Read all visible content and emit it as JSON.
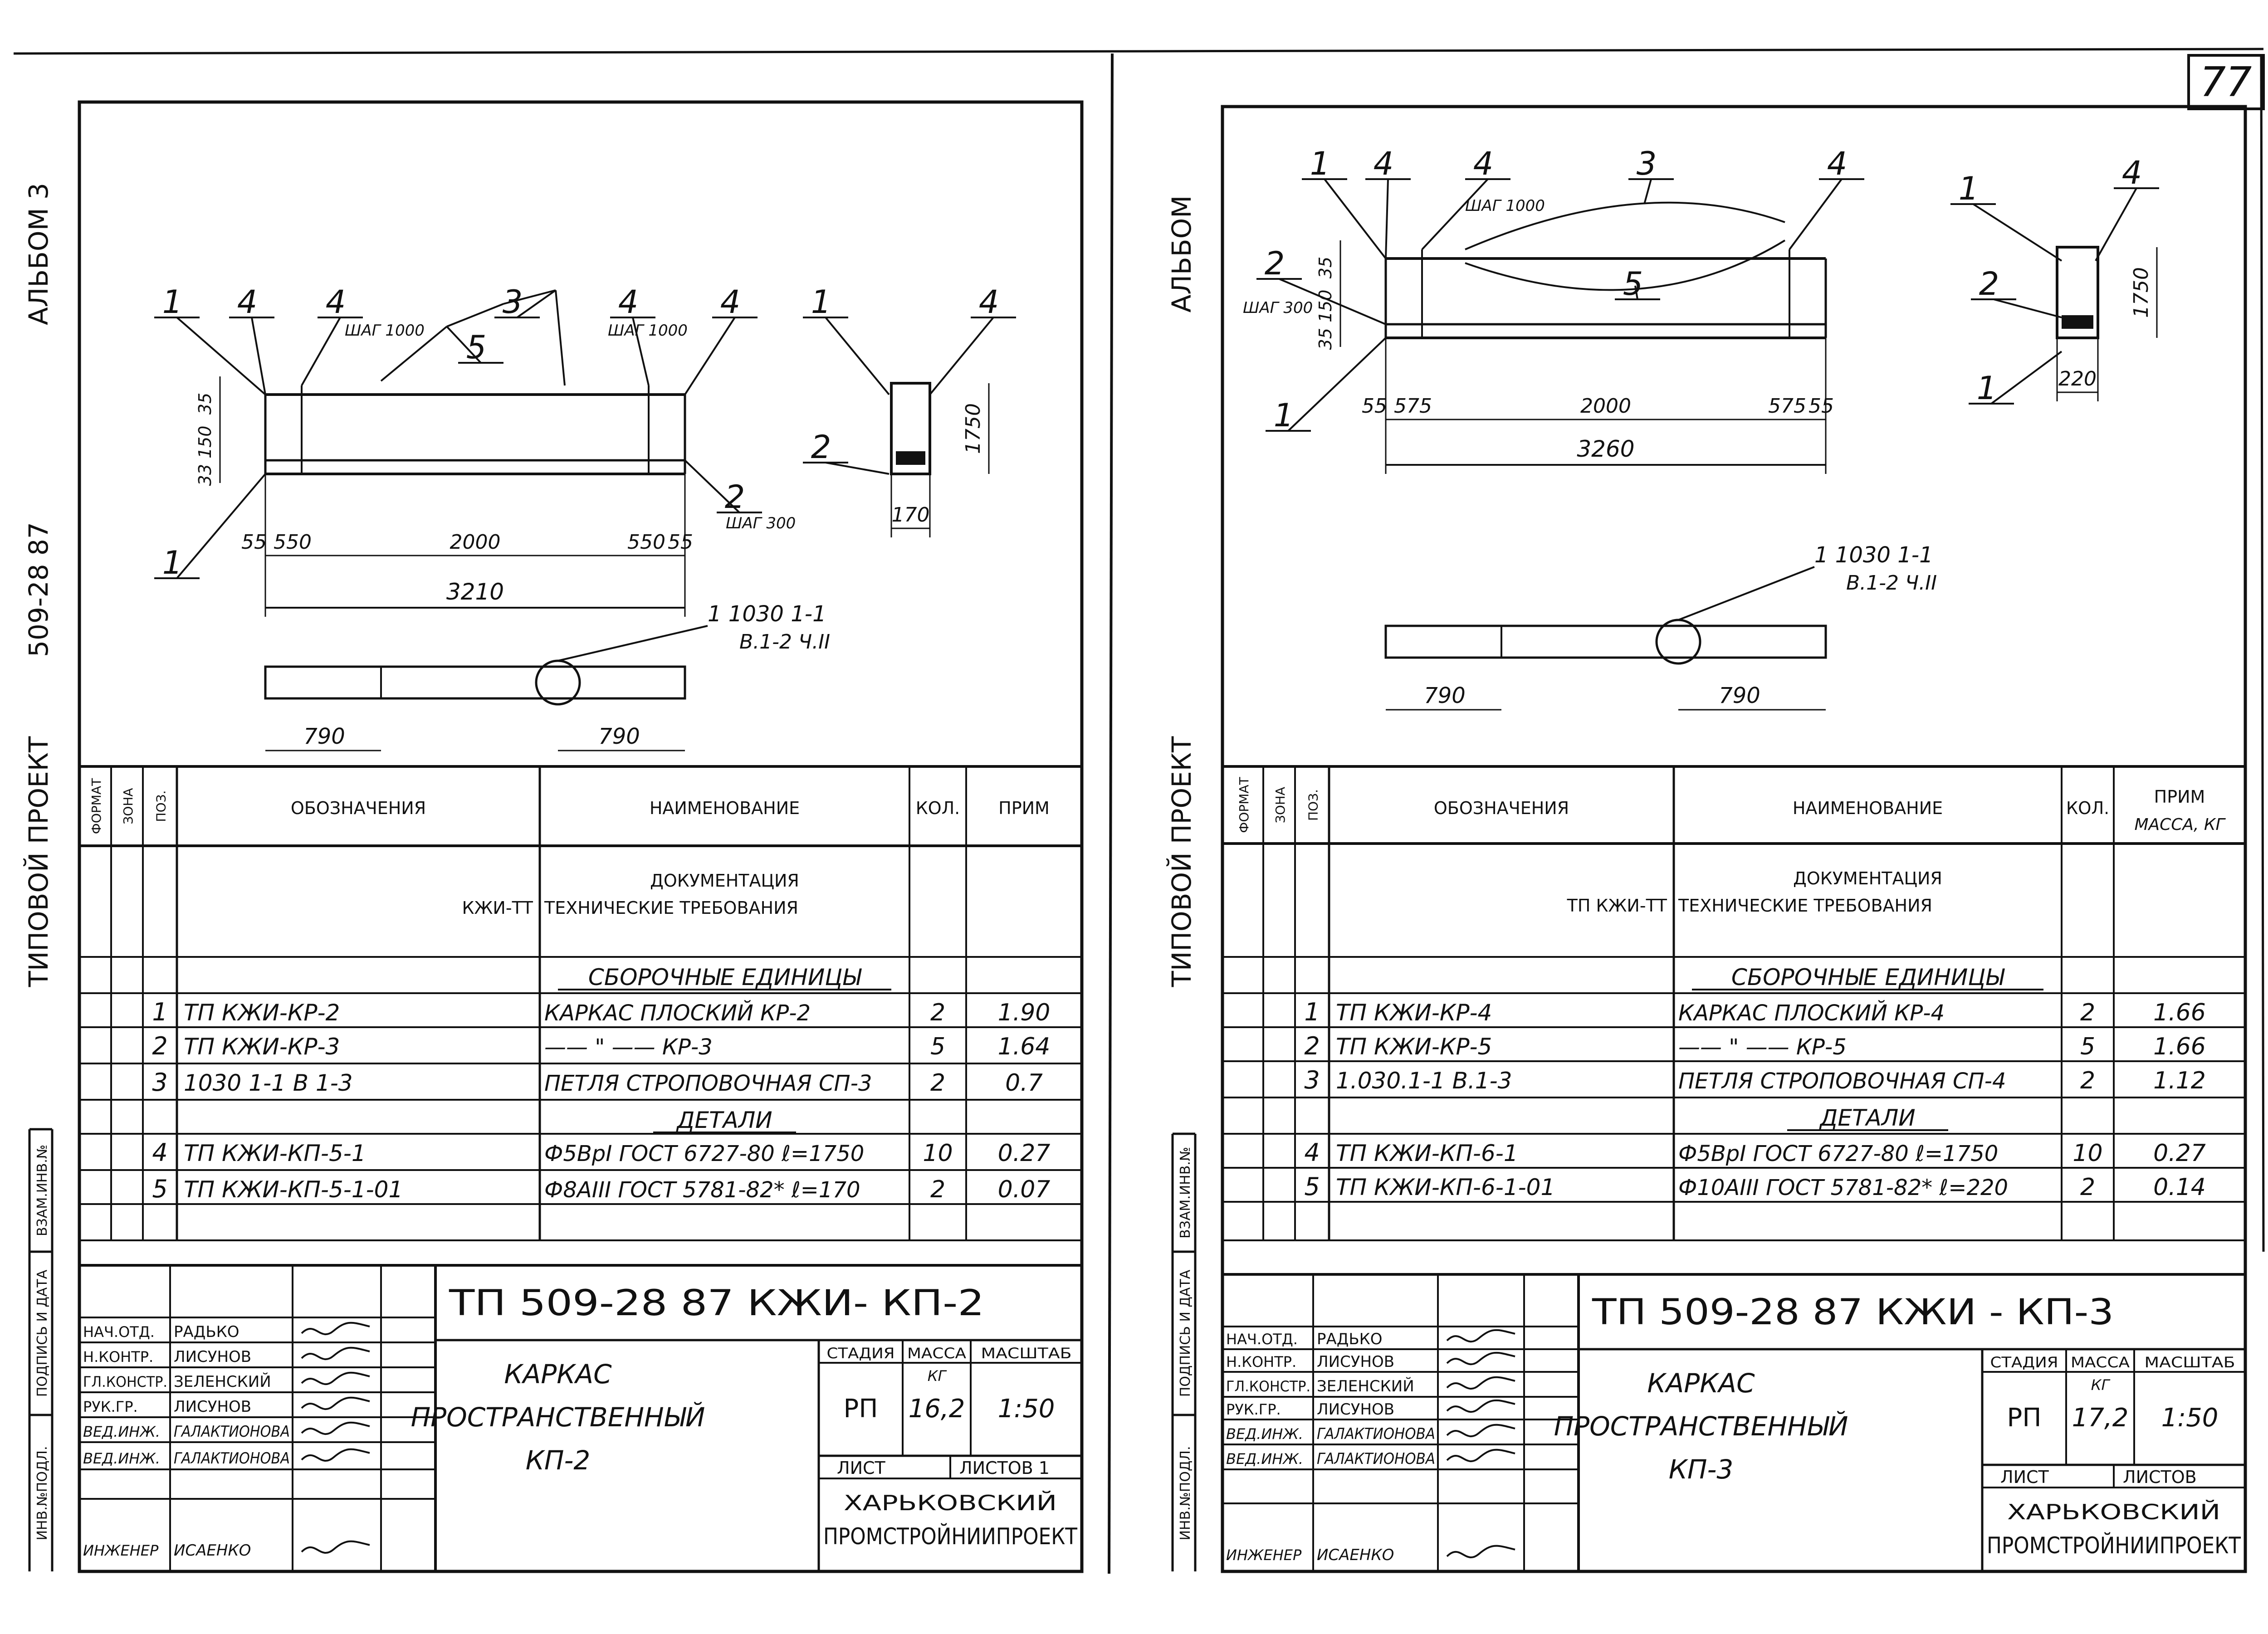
{
  "page_number": "77",
  "sheets": [
    {
      "album_label": "АЛЬБОМ 3",
      "project_label": "ТИПОВОЙ ПРОЕКТ",
      "project_code_vertical": "509-28 87",
      "drawing": {
        "callouts": [
          "1",
          "4",
          "4",
          "3",
          "4",
          "4",
          "5",
          "2",
          "1",
          "1",
          "2",
          "4"
        ],
        "step_labels": [
          "ШАГ 1000",
          "ШАГ 1000",
          "ШАГ 300"
        ],
        "dims_vertical": [
          "35",
          "33 150",
          "1750"
        ],
        "dims_bottom": [
          "55",
          "550",
          "2000",
          "550",
          "55"
        ],
        "overall": "3210",
        "section_width": "170",
        "elev_dims": [
          "790",
          "790"
        ],
        "ref_note_1": "1 1030 1-1",
        "ref_note_2": "В.1-2 Ч.II"
      },
      "spec": {
        "headers": [
          "ФОРМАТ",
          "ЗОНА",
          "ПОЗ.",
          "ОБОЗНАЧЕНИЯ",
          "НАИМЕНОВАНИЕ",
          "КОЛ.",
          "ПРИМ"
        ],
        "prim_sub": "",
        "doc_heading": "ДОКУМЕНТАЦИЯ",
        "doc_designation": "КЖИ-ТТ",
        "doc_name": "ТЕХНИЧЕСКИЕ ТРЕБОВАНИЯ",
        "section_assembly": "СБОРОЧНЫЕ ЕДИНИЦЫ",
        "section_details": "ДЕТАЛИ",
        "rows_assembly": [
          {
            "pos": "1",
            "des": "ТП КЖИ-КР-2",
            "name": "КАРКАС ПЛОСКИЙ КР-2",
            "qty": "2",
            "note": "1.90"
          },
          {
            "pos": "2",
            "des": "ТП КЖИ-КР-3",
            "name": "—— \" —— КР-3",
            "qty": "5",
            "note": "1.64"
          },
          {
            "pos": "3",
            "des": "1030 1-1 В 1-3",
            "name": "ПЕТЛЯ СТРОПОВОЧНАЯ СП-3",
            "qty": "2",
            "note": "0.7"
          }
        ],
        "rows_details": [
          {
            "pos": "4",
            "des": "ТП КЖИ-КП-5-1",
            "name": "Ф5ВрI ГОСТ 6727-80 ℓ=1750",
            "qty": "10",
            "note": "0.27"
          },
          {
            "pos": "5",
            "des": "ТП КЖИ-КП-5-1-01",
            "name": "Ф8АIII ГОСТ 5781-82* ℓ=170",
            "qty": "2",
            "note": "0.07"
          }
        ]
      },
      "side_labels": [
        "ВЗАМ.ИНВ.№",
        "ПОДПИСЬ И ДАТА",
        "ИНВ.№ПОДЛ."
      ],
      "title_block": {
        "code": "ТП  509-28 87  КЖИ- КП-2",
        "roles": [
          "НАЧ.ОТД.",
          "Н.КОНТР.",
          "ГЛ.КОНСТР.",
          "РУК.ГР.",
          "ВЕД.ИНЖ.",
          "ВЕД.ИНЖ.",
          "ИНЖЕНЕР"
        ],
        "names": [
          "РАДЬКО",
          "ЛИСУНОВ",
          "ЗЕЛЕНСКИЙ",
          "ЛИСУНОВ",
          "ГАЛАКТИОНОВА",
          "ГАЛАКТИОНОВА",
          "ИСАЕНКО"
        ],
        "title": [
          "КАРКАС",
          "ПРОСТРАНСТВЕННЫЙ",
          "КП-2"
        ],
        "stage_label": "СТАДИЯ",
        "mass_label": "МАССА",
        "scale_label": "МАСШТАБ",
        "stage": "РП",
        "mass_unit": "КГ",
        "mass": "16,2",
        "scale": "1:50",
        "sheet_label": "ЛИСТ",
        "sheets_label": "ЛИСТОВ 1",
        "org_1": "ХАРЬКОВСКИЙ",
        "org_2": "ПРОМСТРОЙНИИПРОЕКТ"
      }
    },
    {
      "album_label": "АЛЬБОМ",
      "project_label": "ТИПОВОЙ ПРОЕКТ",
      "project_code_vertical": "",
      "drawing": {
        "callouts": [
          "1",
          "4",
          "4",
          "3",
          "4",
          "5",
          "2",
          "1",
          "1",
          "4",
          "2",
          "1"
        ],
        "step_labels": [
          "ШАГ 1000",
          "ШАГ 300"
        ],
        "dims_vertical": [
          "35",
          "35 150",
          "1750"
        ],
        "dims_bottom": [
          "55",
          "575",
          "2000",
          "575",
          "55"
        ],
        "overall": "3260",
        "section_width": "220",
        "elev_dims": [
          "790",
          "790"
        ],
        "ref_note_1": "1 1030 1-1",
        "ref_note_2": "В.1-2 Ч.II"
      },
      "spec": {
        "headers": [
          "ФОРМАТ",
          "ЗОНА",
          "ПОЗ.",
          "ОБОЗНАЧЕНИЯ",
          "НАИМЕНОВАНИЕ",
          "КОЛ.",
          "ПРИМ"
        ],
        "prim_sub": "МАССА, КГ",
        "doc_heading": "ДОКУМЕНТАЦИЯ",
        "doc_designation": "ТП КЖИ-ТТ",
        "doc_name": "ТЕХНИЧЕСКИЕ ТРЕБОВАНИЯ",
        "section_assembly": "СБОРОЧНЫЕ ЕДИНИЦЫ",
        "section_details": "ДЕТАЛИ",
        "rows_assembly": [
          {
            "pos": "1",
            "des": "ТП КЖИ-КР-4",
            "name": "КАРКАС ПЛОСКИЙ КР-4",
            "qty": "2",
            "note": "1.66"
          },
          {
            "pos": "2",
            "des": "ТП КЖИ-КР-5",
            "name": "—— \" —— КР-5",
            "qty": "5",
            "note": "1.66"
          },
          {
            "pos": "3",
            "des": "1.030.1-1 В.1-3",
            "name": "ПЕТЛЯ СТРОПОВОЧНАЯ СП-4",
            "qty": "2",
            "note": "1.12"
          }
        ],
        "rows_details": [
          {
            "pos": "4",
            "des": "ТП КЖИ-КП-6-1",
            "name": "Ф5ВрI ГОСТ 6727-80 ℓ=1750",
            "qty": "10",
            "note": "0.27"
          },
          {
            "pos": "5",
            "des": "ТП КЖИ-КП-6-1-01",
            "name": "Ф10АIII ГОСТ 5781-82* ℓ=220",
            "qty": "2",
            "note": "0.14"
          }
        ]
      },
      "side_labels": [
        "ВЗАМ.ИНВ.№",
        "ПОДПИСЬ И ДАТА",
        "ИНВ.№ПОДЛ."
      ],
      "title_block": {
        "code": "ТП  509-28 87  КЖИ - КП-3",
        "roles": [
          "НАЧ.ОТД.",
          "Н.КОНТР.",
          "ГЛ.КОНСТР.",
          "РУК.ГР.",
          "ВЕД.ИНЖ.",
          "ВЕД.ИНЖ.",
          "ИНЖЕНЕР"
        ],
        "names": [
          "РАДЬКО",
          "ЛИСУНОВ",
          "ЗЕЛЕНСКИЙ",
          "ЛИСУНОВ",
          "ГАЛАКТИОНОВА",
          "ГАЛАКТИОНОВА",
          "ИСАЕНКО"
        ],
        "title": [
          "КАРКАС",
          "ПРОСТРАНСТВЕННЫЙ",
          "КП-3"
        ],
        "stage_label": "СТАДИЯ",
        "mass_label": "МАССА",
        "scale_label": "МАСШТАБ",
        "stage": "РП",
        "mass_unit": "КГ",
        "mass": "17,2",
        "scale": "1:50",
        "sheet_label": "ЛИСТ",
        "sheets_label": "ЛИСТОВ",
        "org_1": "ХАРЬКОВСКИЙ",
        "org_2": "ПРОМСТРОЙНИИПРОЕКТ"
      }
    }
  ]
}
